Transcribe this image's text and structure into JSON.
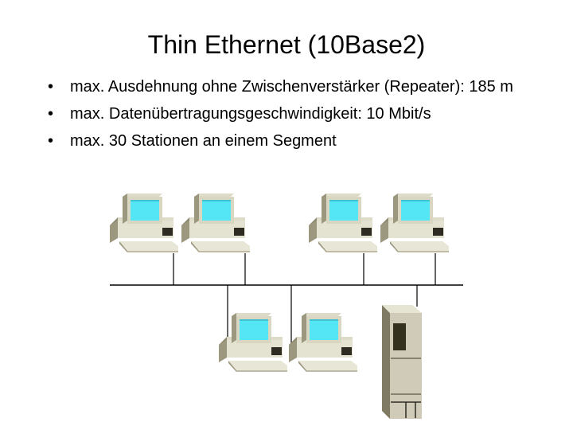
{
  "slide": {
    "title": "Thin Ethernet (10Base2)",
    "bullet_glyph": "•",
    "bullets": [
      {
        "label": "max. Ausdehnung ohne Zwischenverstärker (Repeater): 185 m"
      },
      {
        "label": "max. Datenübertragungsgeschwindigkeit: 10 Mbit/s"
      },
      {
        "label": "max. 30 Stationen an einem Segment"
      }
    ]
  },
  "diagram": {
    "type": "bus-topology",
    "colors": {
      "screen": "#55e6f5",
      "case_light": "#e8e6d6",
      "case_mid": "#cfcbb5",
      "case_dark": "#8e8a74",
      "drive": "#2e2b22",
      "cable": "#000000"
    },
    "workstations": 6,
    "servers": 1
  }
}
